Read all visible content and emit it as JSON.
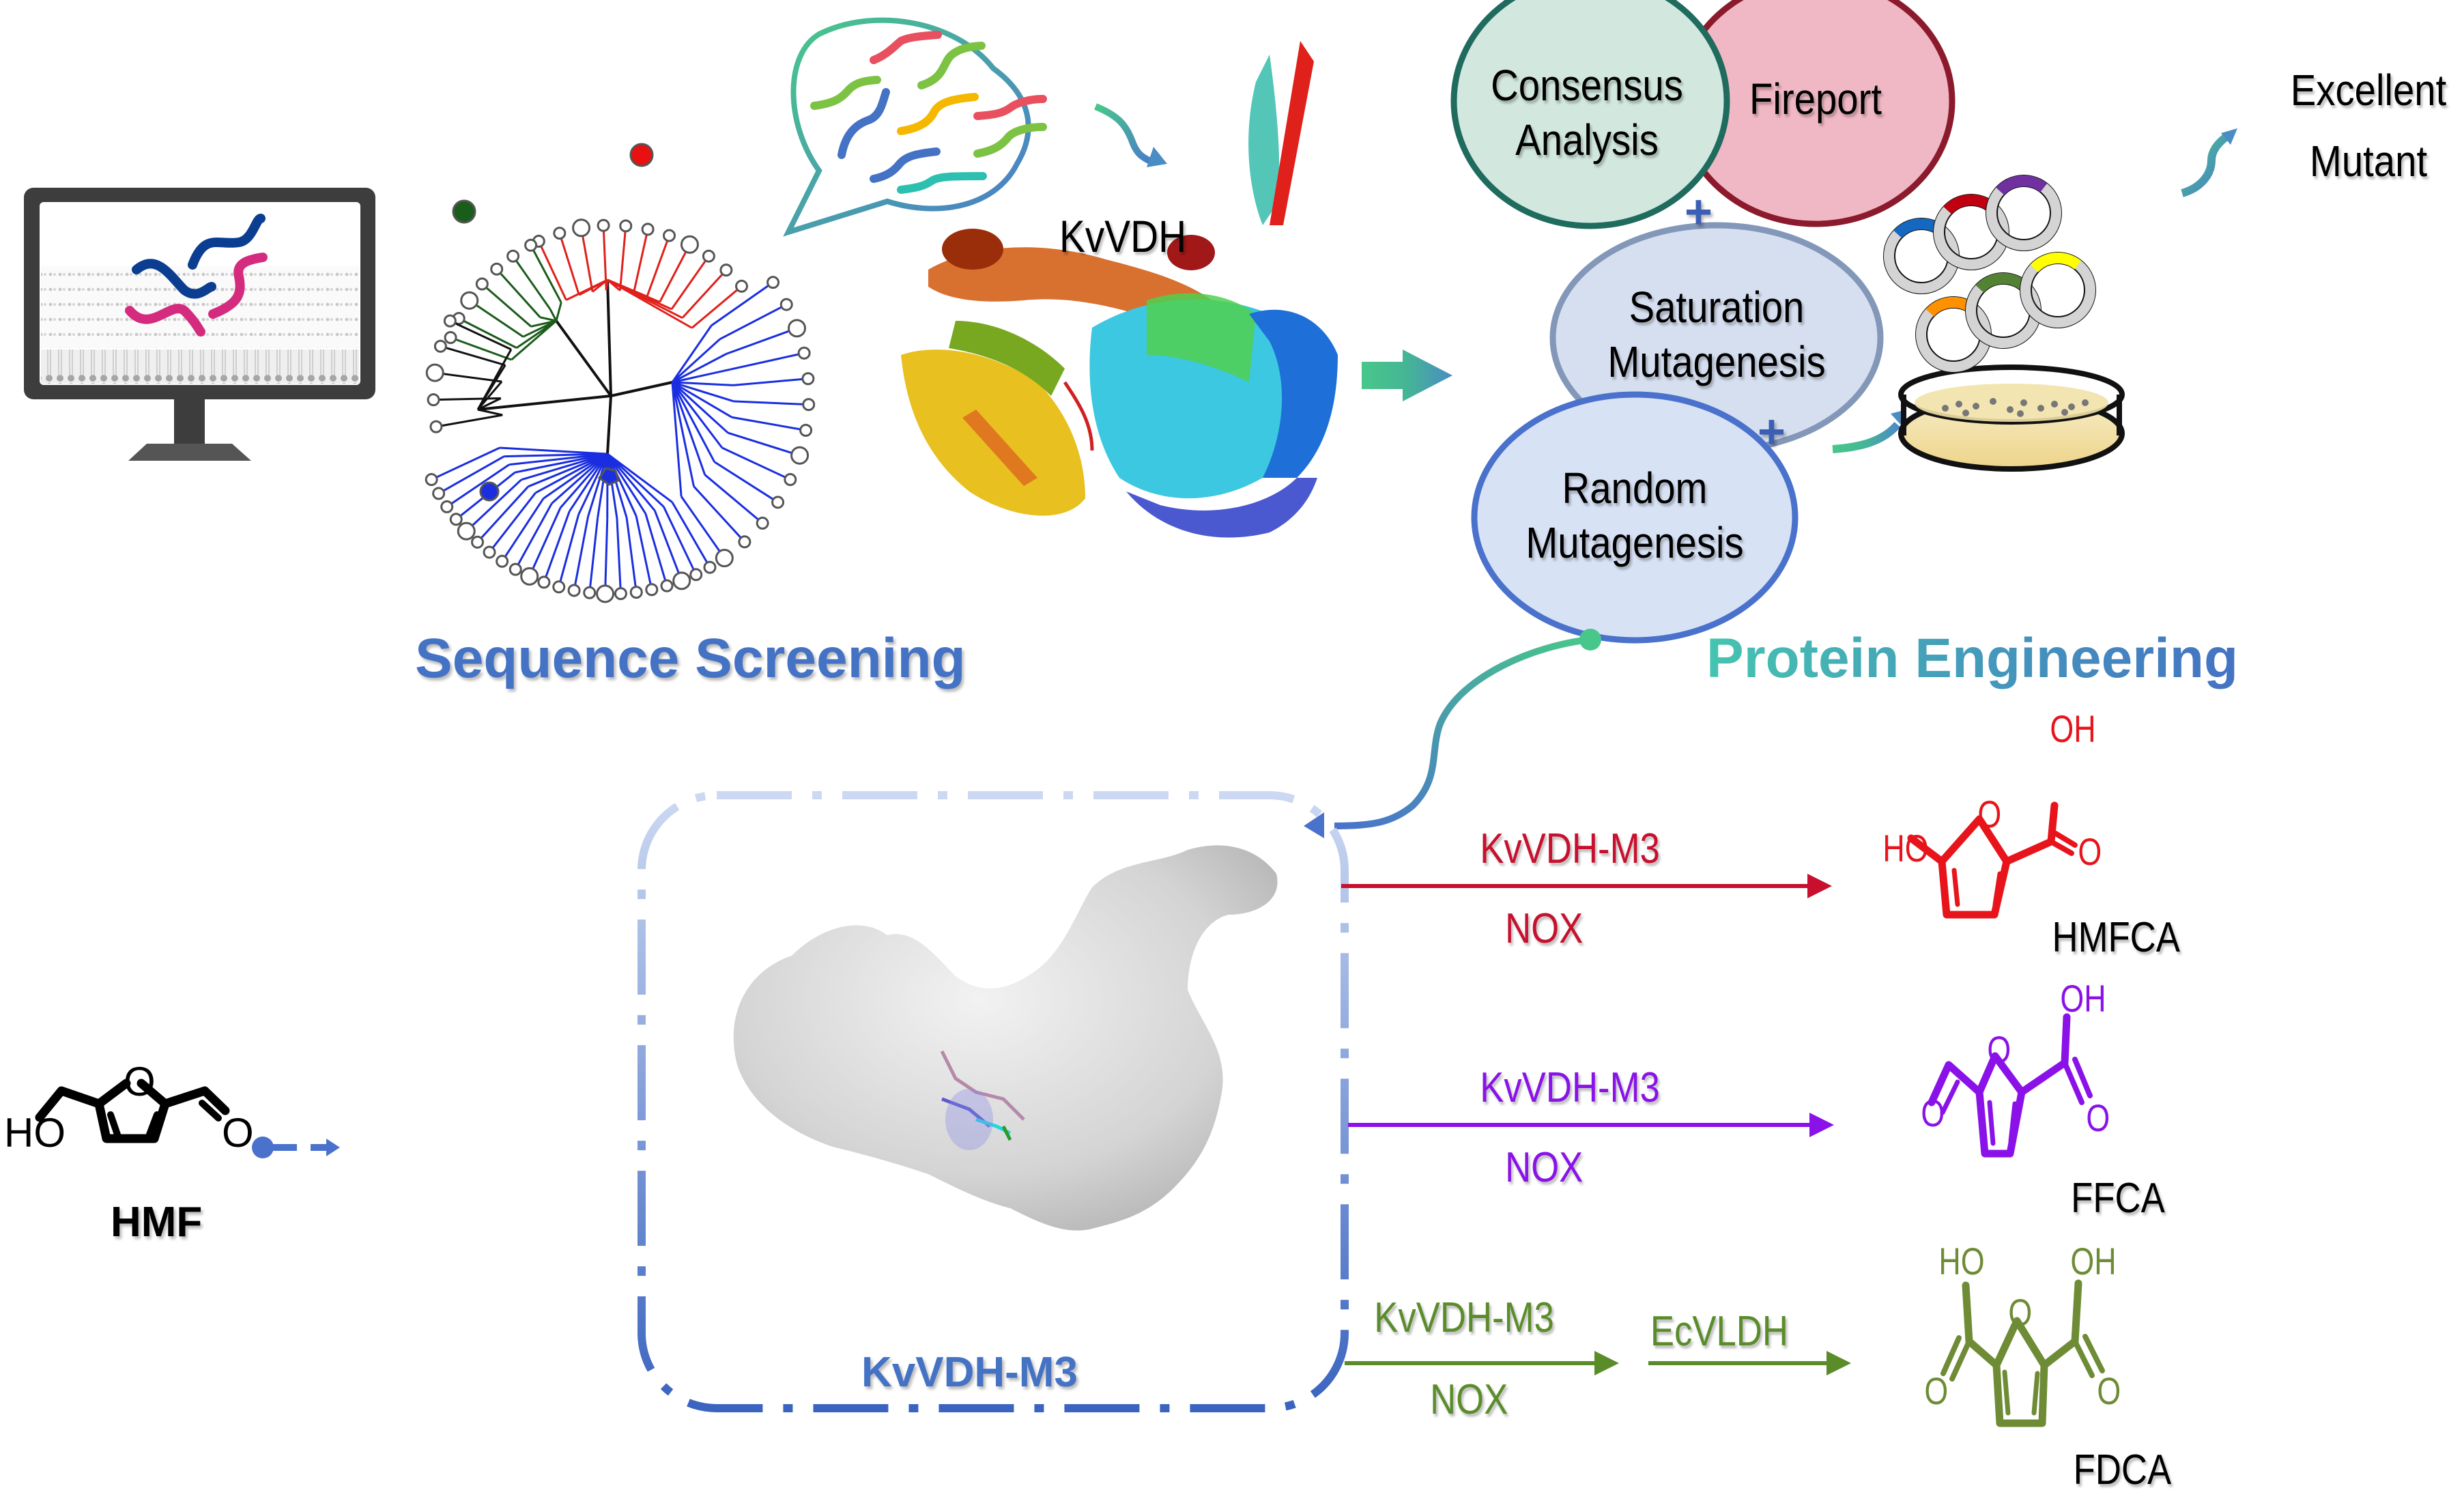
{
  "figure": {
    "sections": {
      "sequence_screening": "Sequence Screening",
      "protein_engineering": "Protein Engineering"
    },
    "enzyme_label": "KvVDH",
    "engineering_methods": {
      "consensus": [
        "Consensus",
        "Analysis"
      ],
      "fireport": "Fireport",
      "saturation": [
        "Saturation",
        "Mutagenesis"
      ],
      "random": [
        "Random",
        "Mutagenesis"
      ],
      "plus_symbol": "+"
    },
    "outcome": [
      "Excellent",
      "Mutant"
    ],
    "mutant_label": "KvVDH-M3",
    "substrate": {
      "name": "HMF",
      "atom_labels": {
        "hydroxyl": "HO",
        "ring_oxygen": "O",
        "aldehyde_oxygen": "O"
      }
    },
    "reactions": [
      {
        "enzyme": "KvVDH-M3",
        "cofactor": "NOX",
        "product": "HMFCA",
        "color": "#c8102e",
        "product_color": "#e8141c",
        "atom_labels": {
          "left": "HO",
          "ring": "O",
          "acid_oh": "OH",
          "acid_o": "O"
        }
      },
      {
        "enzyme": "KvVDH-M3",
        "cofactor": "NOX",
        "product": "FFCA",
        "color": "#8a12e8",
        "product_color": "#8a12e8",
        "atom_labels": {
          "left": "O",
          "ring": "O",
          "acid_oh": "OH",
          "acid_o": "O"
        }
      },
      {
        "enzyme": "KvVDH-M3",
        "cofactor": "NOX",
        "second_enzyme": "EcVLDH",
        "product": "FDCA",
        "color": "#5b8c2a",
        "product_color": "#6e8c35",
        "atom_labels": {
          "left_oh": "HO",
          "left_o": "O",
          "ring": "O",
          "acid_oh": "OH",
          "acid_o": "O"
        }
      }
    ],
    "colors": {
      "section_blue": "#4472c4",
      "teal": "#45c4b0",
      "green_arrow": "#48c78a",
      "consensus_fill": "#d2e8df",
      "consensus_stroke": "#1f6b5e",
      "fireport_fill": "#f0b8c4",
      "fireport_stroke": "#8b1a2c",
      "saturation_fill": "#d6dff0",
      "saturation_stroke": "#8397b8",
      "random_fill": "#d8e2f5",
      "random_stroke": "#4a72cc",
      "plasmid_ring": "#d4d4d4",
      "petri_fill": "#f2e2a8"
    },
    "plasmid_marker_colors": [
      "#1468c0",
      "#c00010",
      "#7030a0",
      "#ff9000",
      "#548235",
      "#ffff00"
    ],
    "icons": {
      "computer": "monitor-icon",
      "tree": "phylogenetic-tree-icon",
      "bubble": "speech-bubble-icon",
      "protein_ribbon": "protein-ribbon-icon",
      "protein_surface": "protein-surface-icon",
      "petri": "petri-dish-icon",
      "plasmid": "plasmid-icon"
    }
  }
}
